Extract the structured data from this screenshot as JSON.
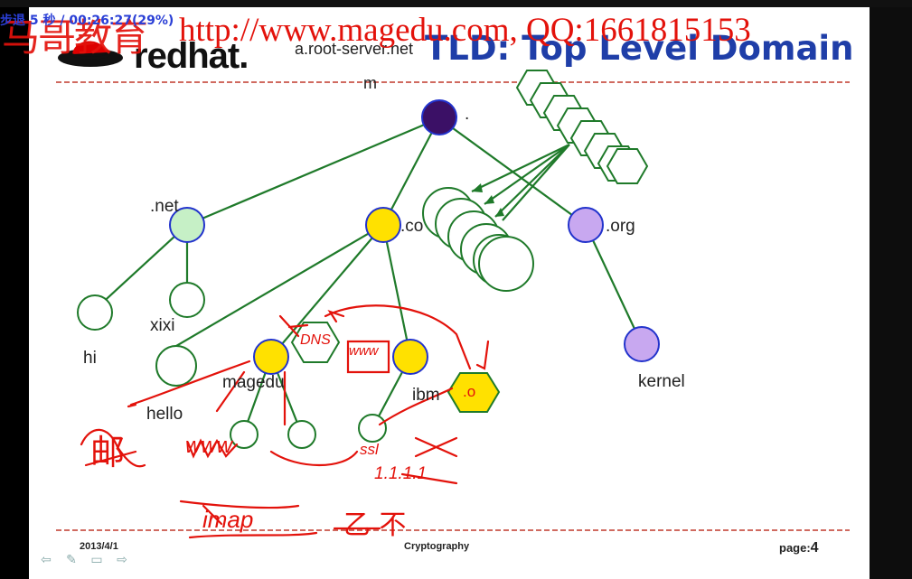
{
  "status": {
    "text": "步退 5 秒 / 00:26:27(29%)"
  },
  "watermark": {
    "chinese": "马哥教育",
    "url": "http://www.magedu.com, QQ:1661815153"
  },
  "logo": {
    "word": "redhat."
  },
  "slide": {
    "heading": "TLD: Top Level Domain",
    "root_server_line1": "a.root-server.net",
    "root_server_line2": "m",
    "root_label": ".",
    "nodes": {
      "net": ".net",
      "com": ".co",
      "org": ".org",
      "xixi": "xixi",
      "hi": "hi",
      "hello": "hello",
      "magedu": "magedu",
      "ibm": "ibm",
      "kernel": "kernel"
    },
    "annotations": {
      "root_hex": ".o",
      "dns": "DNS",
      "www1": "www",
      "www2": "www",
      "ssl": "ssl",
      "ip": "1.1.1.1",
      "imap": "imap",
      "mail": "邮",
      "arrow_text": "乙 不"
    }
  },
  "footer": {
    "date": "2013/4/1",
    "title": "Cryptography",
    "page_label": "page:",
    "page_number": "4"
  },
  "nav": {
    "back": "⇦",
    "pen": "✎",
    "menu": "▭",
    "forward": "⇨"
  },
  "colors": {
    "tree_line": "#1f7a2a",
    "ink": "#e3120b",
    "heading": "#1f3ea8",
    "root": "#3b1066",
    "com": "#ffe100",
    "org": "#c8a8f0",
    "net": "#c6f0c6"
  }
}
